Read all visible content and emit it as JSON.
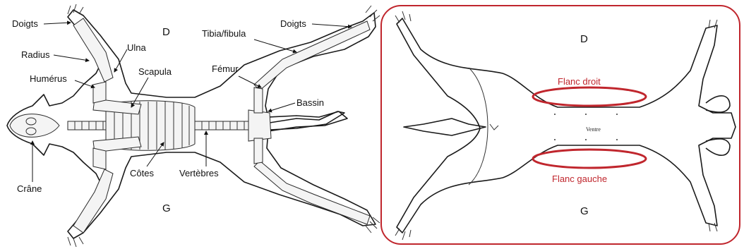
{
  "left_panel": {
    "dorsal": "D",
    "ventral": "G",
    "labels": {
      "doigts_front": "Doigts",
      "radius": "Radius",
      "ulna": "Ulna",
      "humerus": "Humérus",
      "scapula": "Scapula",
      "crane": "Crâne",
      "cotes": "Côtes",
      "vertebres": "Vertèbres",
      "tibia_fibula": "Tibia/fibula",
      "doigts_hind": "Doigts",
      "femur": "Fémur",
      "bassin": "Bassin"
    }
  },
  "right_panel": {
    "dorsal": "D",
    "ventral": "G",
    "center_text": "Ventre",
    "flank_right": "Flanc droit",
    "flank_left": "Flanc gauche",
    "accent_color": "#c0262d"
  }
}
